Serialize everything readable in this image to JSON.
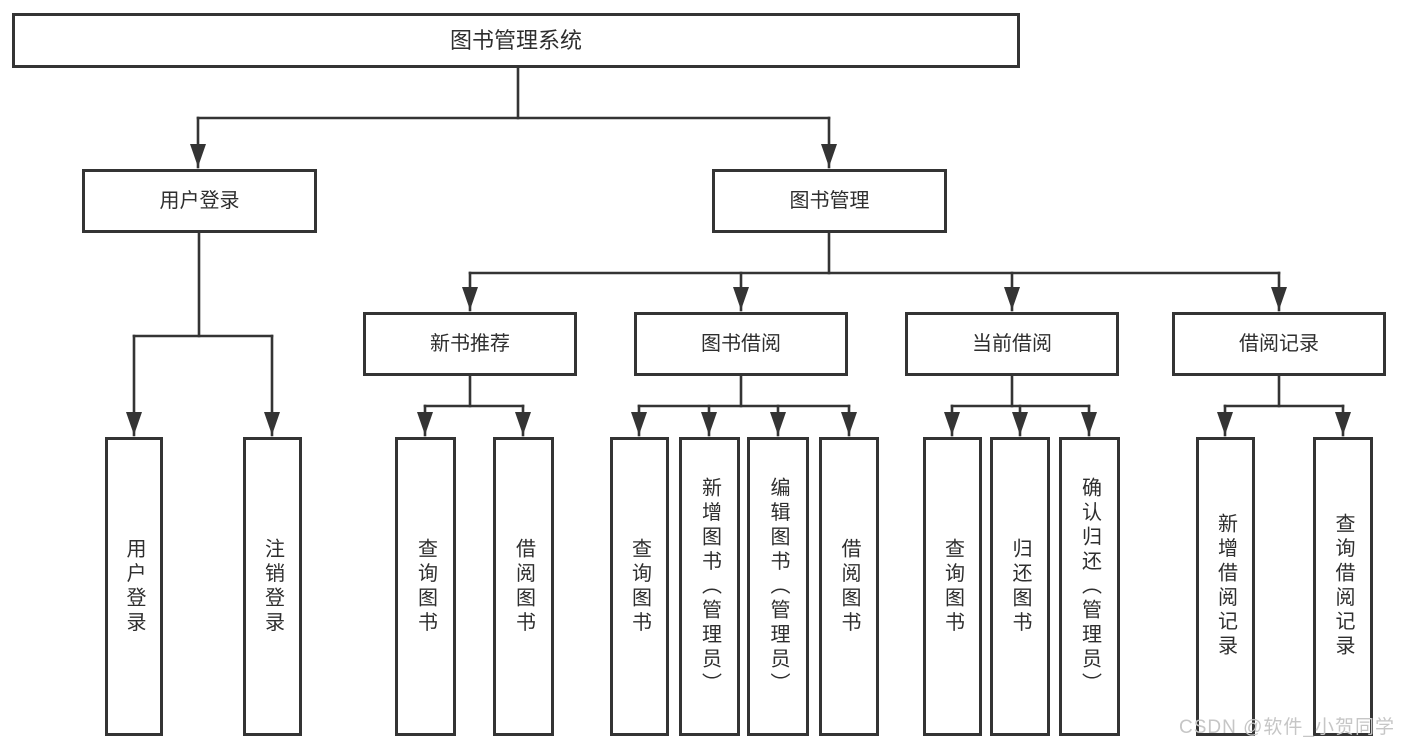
{
  "diagram": {
    "type": "hierarchy-tree",
    "title": "图书管理系统",
    "watermark": "CSDN @软件_小贺同学",
    "colors": {
      "line": "#343434",
      "box_border": "#343434",
      "text": "#2e2e2e",
      "background": "#ffffff",
      "watermark_text": "#c6c6c6"
    },
    "nodes": {
      "root": "图书管理系统",
      "user_login": "用户登录",
      "book_mgmt": "图书管理",
      "new_book_rec": "新书推荐",
      "book_borrow": "图书借阅",
      "current_borrow": "当前借阅",
      "borrow_records": "借阅记录",
      "col_user_login": "用户登录",
      "col_logout": "注销登录",
      "col_query_book_1": "查询图书",
      "col_borrow_book_1": "借阅图书",
      "col_query_book_2": "查询图书",
      "col_add_book": "新增图书（管理员）",
      "col_edit_book": "编辑图书（管理员）",
      "col_borrow_book_2": "借阅图书",
      "col_query_book_3": "查询图书",
      "col_return_book": "归还图书",
      "col_confirm_return": "确认归还（管理员）",
      "col_add_record": "新增借阅记录",
      "col_query_record": "查询借阅记录"
    },
    "structure": {
      "图书管理系统": [
        "用户登录",
        "图书管理"
      ],
      "用户登录": [
        "用户登录",
        "注销登录"
      ],
      "图书管理": [
        "新书推荐",
        "图书借阅",
        "当前借阅",
        "借阅记录"
      ],
      "新书推荐": [
        "查询图书",
        "借阅图书"
      ],
      "图书借阅": [
        "查询图书",
        "新增图书（管理员）",
        "编辑图书（管理员）",
        "借阅图书"
      ],
      "当前借阅": [
        "查询图书",
        "归还图书",
        "确认归还（管理员）"
      ],
      "借阅记录": [
        "新增借阅记录",
        "查询借阅记录"
      ]
    }
  }
}
